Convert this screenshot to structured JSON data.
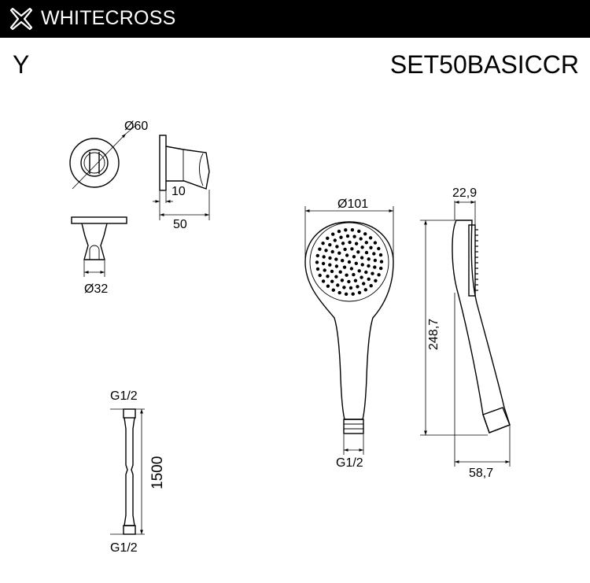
{
  "header": {
    "brand": "WHITECROSS",
    "logo_icon": "cross-x-logo-icon",
    "bar_color": "#000000",
    "text_color": "#ffffff"
  },
  "series_letter": "Y",
  "product_code": "SET50BASICCR",
  "dimensions": {
    "holder_diameter": "Ø60",
    "holder_depth": "10",
    "holder_projection": "50",
    "holder_bore": "Ø32",
    "head_diameter": "Ø101",
    "head_thickness": "22,9",
    "handshower_length": "248,7",
    "handshower_depth": "58,7",
    "handshower_thread": "G1/2",
    "hose_thread_top": "G1/2",
    "hose_length": "1500",
    "hose_thread_bottom": "G1/2"
  }
}
